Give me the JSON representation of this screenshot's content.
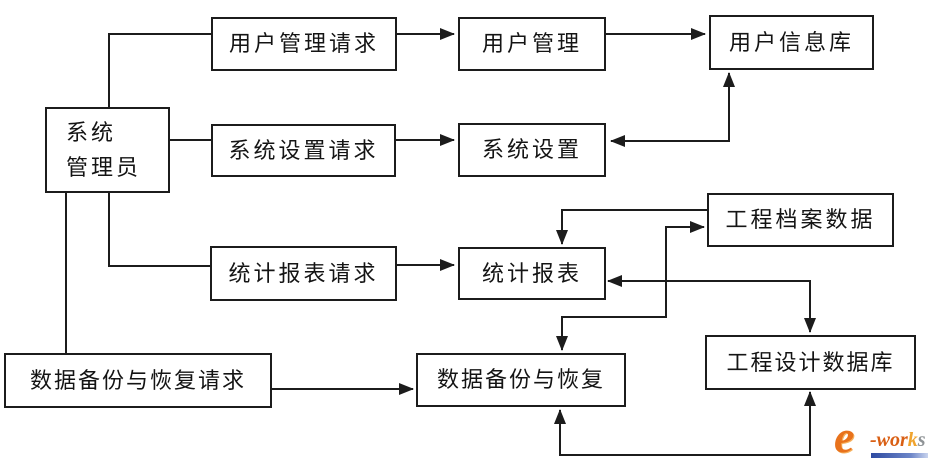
{
  "diagram": {
    "nodes": {
      "admin": {
        "line1": "系统",
        "line2": "管理员"
      },
      "req_user": {
        "label": "用户管理请求"
      },
      "user_mgmt": {
        "label": "用户管理"
      },
      "user_db": {
        "label": "用户信息库"
      },
      "req_sys": {
        "label": "系统设置请求"
      },
      "sys_setting": {
        "label": "系统设置"
      },
      "req_report": {
        "label": "统计报表请求"
      },
      "report": {
        "label": "统计报表"
      },
      "archive": {
        "label": "工程档案数据"
      },
      "design_db": {
        "label": "工程设计数据库"
      },
      "req_backup": {
        "label": "数据备份与恢复请求"
      },
      "backup": {
        "label": "数据备份与恢复"
      }
    },
    "edges": [
      {
        "from": "系统管理员",
        "to": "用户管理请求",
        "style": "line"
      },
      {
        "from": "用户管理请求",
        "to": "用户管理",
        "style": "arrow"
      },
      {
        "from": "用户管理",
        "to": "用户信息库",
        "style": "arrow"
      },
      {
        "from": "系统管理员",
        "to": "系统设置请求",
        "style": "line"
      },
      {
        "from": "系统设置请求",
        "to": "系统设置",
        "style": "arrow"
      },
      {
        "from": "用户信息库",
        "to": "系统设置",
        "style": "double-arrow"
      },
      {
        "from": "系统管理员",
        "to": "统计报表请求",
        "style": "line"
      },
      {
        "from": "统计报表请求",
        "to": "统计报表",
        "style": "arrow"
      },
      {
        "from": "工程档案数据",
        "to": "统计报表",
        "style": "arrow"
      },
      {
        "from": "数据备份与恢复",
        "to": "工程档案数据",
        "style": "double-arrow"
      },
      {
        "from": "统计报表",
        "to": "工程设计数据库",
        "style": "double-arrow"
      },
      {
        "from": "数据备份与恢复",
        "to": "工程设计数据库",
        "style": "double-arrow"
      },
      {
        "from": "系统管理员",
        "to": "数据备份与恢复请求",
        "style": "line"
      },
      {
        "from": "数据备份与恢复请求",
        "to": "数据备份与恢复",
        "style": "arrow"
      }
    ],
    "colors": {
      "line": "#1c1c1c",
      "box_border": "#1c1c1c",
      "text": "#141414",
      "background": "#ffffff"
    }
  },
  "logo": {
    "e": "e",
    "wor": "-wor",
    "k": "k",
    "s": "s",
    "colors": {
      "orange": "#e8721c",
      "dark_orange": "#d95f14",
      "light_orange": "#f0a42e",
      "gray": "#8f9396",
      "blue_bar": "#2d4aa1"
    }
  }
}
